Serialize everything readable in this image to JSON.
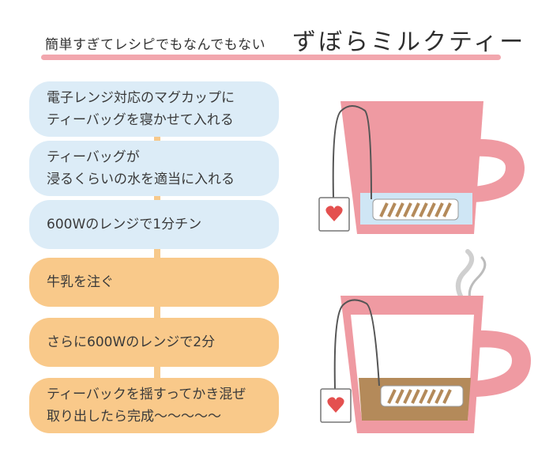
{
  "header": {
    "subtitle": "簡単すぎてレシピでもなんでもない",
    "title": "ずぼらミルクティー"
  },
  "steps": [
    {
      "text": "電子レンジ対応のマグカップに\nティーバッグを寝かせて入れる"
    },
    {
      "text": "ティーバッグが\n浸るくらいの水を適当に入れる"
    },
    {
      "text": "600Wのレンジで1分チン"
    },
    {
      "text": "牛乳を注ぐ"
    },
    {
      "text": "さらに600Wのレンジで2分"
    },
    {
      "text": "ティーバックを揺すってかき混ぜ\n取り出したら完成〜〜〜〜〜"
    }
  ],
  "colors": {
    "step_blue": "#dcecf7",
    "step_orange": "#f9c98a",
    "connector": "#f7c98b",
    "title_rule": "#f2a7ae",
    "mug_pink": "#ef9aa2",
    "water": "#cfe6f5",
    "milk_tea": "#b48a5a",
    "heart": "#e4504f"
  },
  "icons": [
    "mug-with-teabag-water-icon",
    "mug-with-teabag-milk-tea-steam-icon",
    "heart-icon"
  ]
}
